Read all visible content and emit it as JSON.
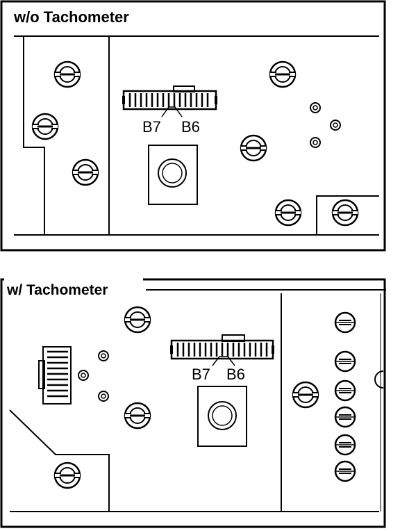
{
  "panels": [
    {
      "title": "w/o Tachometer",
      "connector_pins": [
        "B7",
        "B6"
      ]
    },
    {
      "title": "w/ Tachometer",
      "connector_pins": [
        "B7",
        "B6"
      ]
    }
  ]
}
